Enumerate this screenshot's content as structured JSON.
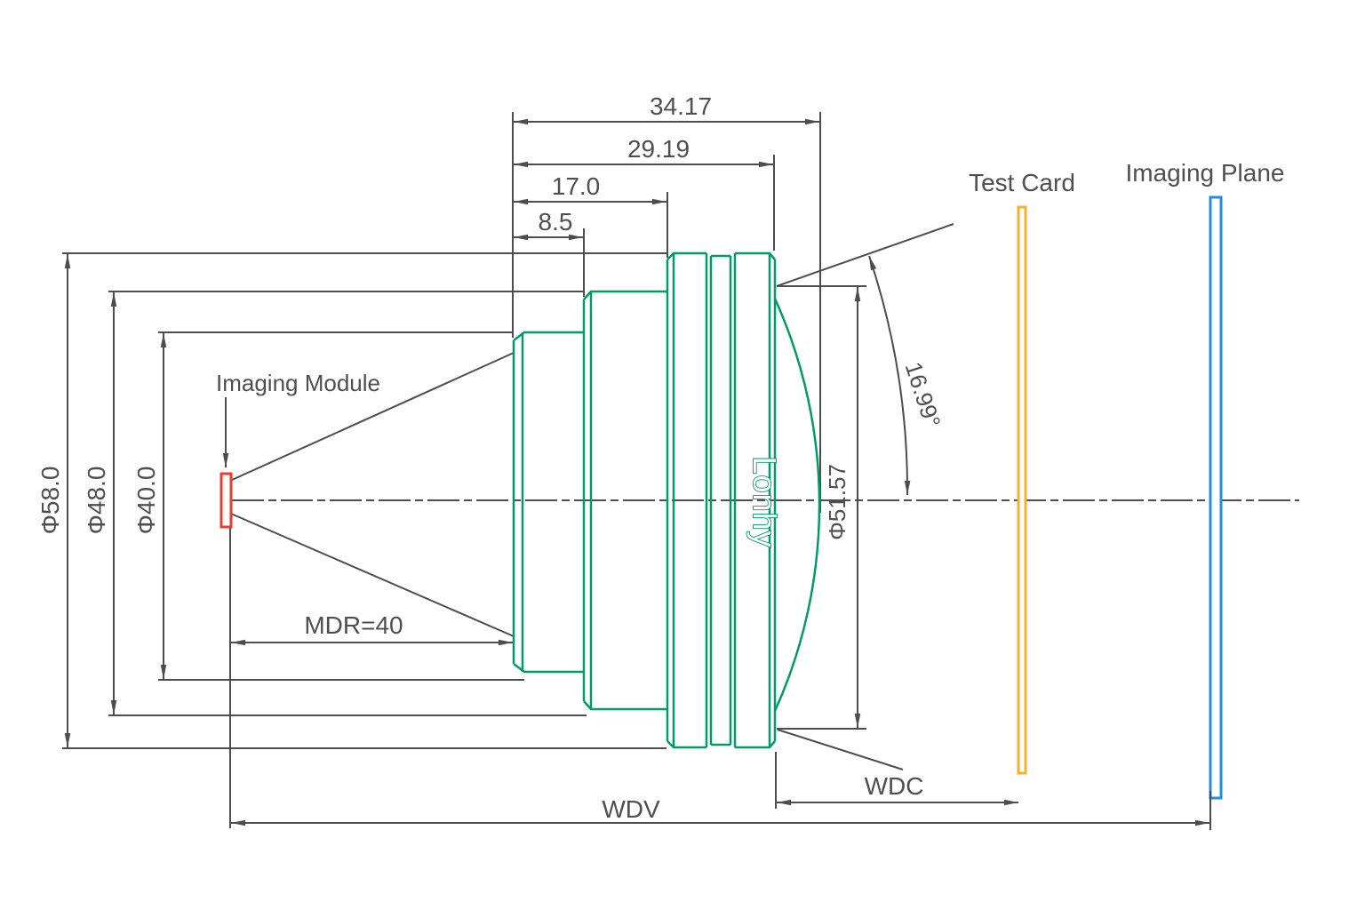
{
  "top_dimensions": [
    {
      "name": "total-length",
      "value": "34.17"
    },
    {
      "name": "barrel-to-front-rim",
      "value": "29.19"
    },
    {
      "name": "mid-section-length",
      "value": "17.0"
    },
    {
      "name": "rear-section-length",
      "value": "8.5"
    }
  ],
  "diameters": [
    {
      "name": "outer-diameter",
      "value": "Φ58.0"
    },
    {
      "name": "mid-diameter",
      "value": "Φ48.0"
    },
    {
      "name": "rear-diameter",
      "value": "Φ40.0"
    },
    {
      "name": "front-aperture-diameter",
      "value": "Φ51.57"
    }
  ],
  "angle": {
    "half-field-angle": "16.99°"
  },
  "labels": {
    "imaging_module": "Imaging Module",
    "test_card": "Test Card",
    "imaging_plane": "Imaging Plane",
    "brand": "Lonhy",
    "mdr": "MDR=40",
    "wdc": "WDC",
    "wdv": "WDV"
  },
  "colors": {
    "lens_outline": "#009b68",
    "imaging_module": "#e8402f",
    "test_card": "#f5b02e",
    "imaging_plane": "#2191db",
    "drawing_lines": "#4d4d4d"
  }
}
